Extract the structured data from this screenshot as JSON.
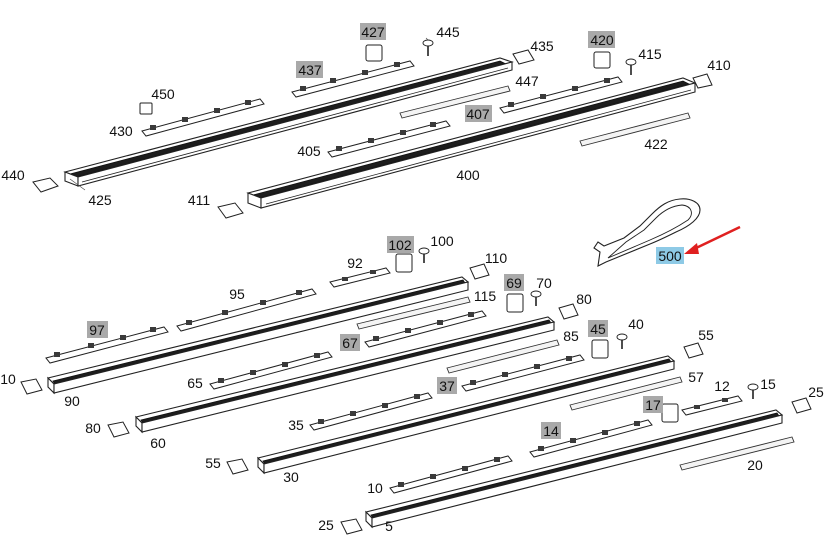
{
  "diagram": {
    "highlight_fill": "#a9a9a9",
    "selected_fill": "#8ecae6",
    "arrow_color": "#e02020",
    "callouts": [
      {
        "id": "427",
        "boxed": true
      },
      {
        "id": "445",
        "boxed": false
      },
      {
        "id": "437",
        "boxed": true
      },
      {
        "id": "435",
        "boxed": false
      },
      {
        "id": "420",
        "boxed": true
      },
      {
        "id": "415",
        "boxed": false
      },
      {
        "id": "410",
        "boxed": false
      },
      {
        "id": "447",
        "boxed": false
      },
      {
        "id": "450",
        "boxed": false
      },
      {
        "id": "430",
        "boxed": false
      },
      {
        "id": "407",
        "boxed": true
      },
      {
        "id": "405",
        "boxed": false
      },
      {
        "id": "422",
        "boxed": false
      },
      {
        "id": "440",
        "boxed": false
      },
      {
        "id": "425",
        "boxed": false
      },
      {
        "id": "400",
        "boxed": false
      },
      {
        "id": "411",
        "boxed": false
      },
      {
        "id": "102",
        "boxed": true
      },
      {
        "id": "100",
        "boxed": false
      },
      {
        "id": "110",
        "boxed": false
      },
      {
        "id": "92",
        "boxed": false
      },
      {
        "id": "500",
        "boxed": true,
        "selected": true
      },
      {
        "id": "95",
        "boxed": false
      },
      {
        "id": "69",
        "boxed": true
      },
      {
        "id": "70",
        "boxed": false
      },
      {
        "id": "115",
        "boxed": false
      },
      {
        "id": "80",
        "boxed": false
      },
      {
        "id": "97",
        "boxed": true
      },
      {
        "id": "67",
        "boxed": true
      },
      {
        "id": "85",
        "boxed": false
      },
      {
        "id": "45",
        "boxed": true
      },
      {
        "id": "40",
        "boxed": false
      },
      {
        "id": "55",
        "boxed": false
      },
      {
        "id": "10",
        "boxed": false
      },
      {
        "id": "65",
        "boxed": false
      },
      {
        "id": "57",
        "boxed": false
      },
      {
        "id": "90",
        "boxed": false
      },
      {
        "id": "37",
        "boxed": true
      },
      {
        "id": "12",
        "boxed": false
      },
      {
        "id": "15",
        "boxed": false
      },
      {
        "id": "25",
        "boxed": false
      },
      {
        "id": "80",
        "boxed": false
      },
      {
        "id": "60",
        "boxed": false
      },
      {
        "id": "35",
        "boxed": false
      },
      {
        "id": "17",
        "boxed": true
      },
      {
        "id": "14",
        "boxed": true
      },
      {
        "id": "20",
        "boxed": false
      },
      {
        "id": "55",
        "boxed": false
      },
      {
        "id": "30",
        "boxed": false
      },
      {
        "id": "10",
        "boxed": false
      },
      {
        "id": "25",
        "boxed": false
      },
      {
        "id": "5",
        "boxed": false
      }
    ]
  }
}
